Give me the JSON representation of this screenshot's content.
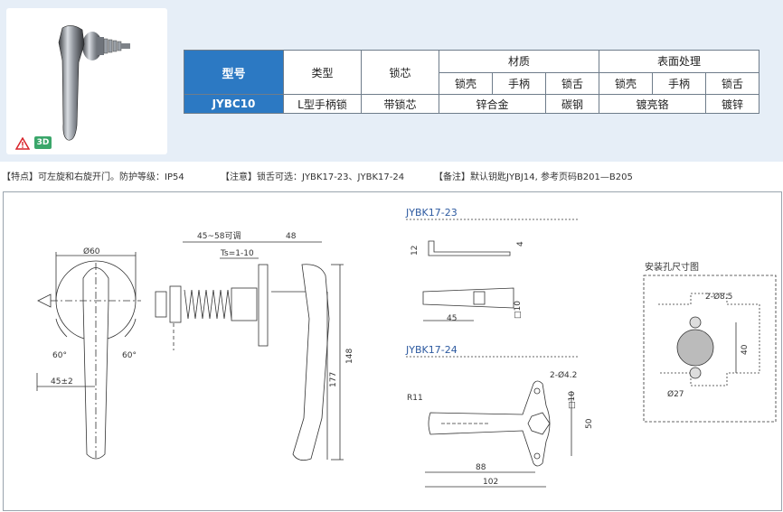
{
  "spec_table": {
    "headers": {
      "model": "型号",
      "type": "类型",
      "lock_core": "锁芯",
      "material": "材质",
      "surface": "表面处理",
      "sub": [
        "锁壳",
        "手柄",
        "锁舌",
        "锁壳",
        "手柄",
        "锁舌"
      ]
    },
    "row": {
      "model": "JYBC10",
      "type": "L型手柄锁",
      "lock_core": "带锁芯",
      "material_shell_handle": "锌合金",
      "material_tongue": "碳钢",
      "surface_shell_handle": "镀亮铬",
      "surface_tongue": "镀锌"
    }
  },
  "badges": {
    "three_d": "3D"
  },
  "notes": {
    "feature": "【特点】可左旋和右旋开门。防护等级：IP54",
    "caution": "【注意】锁舌可选：JYBK17-23、JYBK17-24",
    "remark": "【备注】默认钥匙JYBJ14, 参考页码B201—B205"
  },
  "drawing": {
    "front_view": {
      "dia": "Ø60",
      "angle_left": "60°",
      "angle_right": "60°",
      "width": "45±2"
    },
    "side_view": {
      "range": "45~58可调",
      "ts": "Ts=1-10",
      "depth": "48",
      "height_148": "148",
      "height_177": "177"
    },
    "tongue_23": {
      "title": "JYBK17-23",
      "thick": "12",
      "t4": "4",
      "len": "45",
      "sq": "□10"
    },
    "tongue_24": {
      "title": "JYBK17-24",
      "radius": "R11",
      "holes": "2-Ø4.2",
      "sq": "□10",
      "h50": "50",
      "w88": "88",
      "w102": "102"
    },
    "mounting": {
      "title": "安装孔尺寸图",
      "holes": "2-Ø8.5",
      "center": "Ø27",
      "height": "40"
    }
  }
}
